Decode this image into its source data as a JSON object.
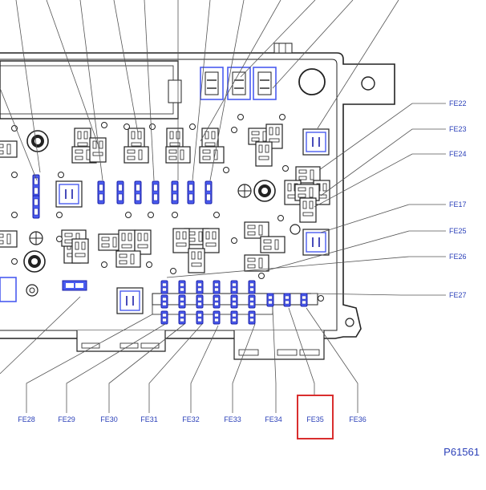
{
  "diagram": {
    "reference_code": "P61561",
    "colors": {
      "fuse_fill": "#4a5cf0",
      "fuse_stroke": "#1b1fa8",
      "label_text": "#2a3fb8",
      "highlight_box": "#d92e2e",
      "line_art": "#222222"
    },
    "right_labels": [
      "FE22",
      "FE23",
      "FE24",
      "FE17",
      "FE25",
      "FE26",
      "FE27"
    ],
    "bottom_labels": [
      "FE28",
      "FE29",
      "FE30",
      "FE31",
      "FE32",
      "FE33",
      "FE34",
      "FE35",
      "FE36"
    ],
    "highlighted_label": "FE35"
  }
}
